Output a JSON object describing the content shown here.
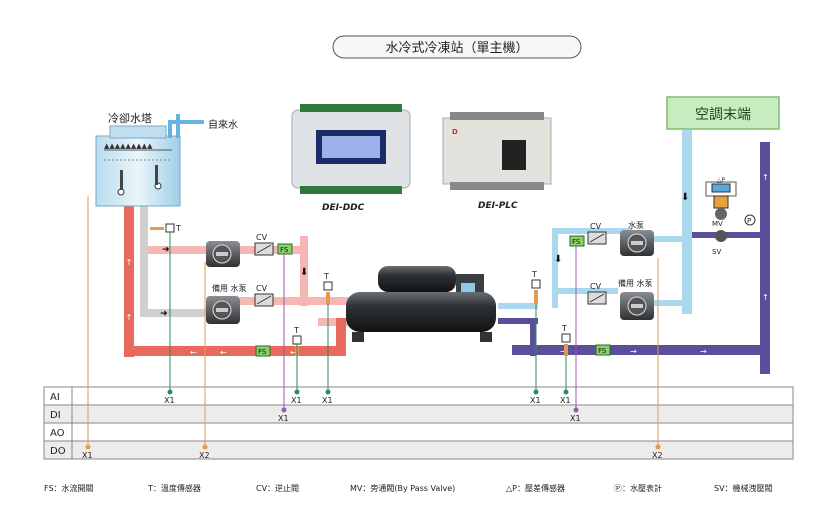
{
  "title": "水冷式冷凍站（單主機）",
  "labels": {
    "cooling_tower": "冷卻水塔",
    "city_water": "自來水",
    "ahu": "空調末端",
    "ddc": "DEI-DDC",
    "plc": "DEI-PLC",
    "cv": "CV",
    "fs": "FS",
    "t": "T",
    "pump": "水泵",
    "standby_pump": "備用 水泵",
    "mv": "MV",
    "sv": "SV",
    "p": "P"
  },
  "io_rows": [
    "AI",
    "DI",
    "AO",
    "DO"
  ],
  "io_points": {
    "ai": [
      "X1",
      "X1",
      "X1",
      "X1",
      "X1"
    ],
    "di": [
      "X1",
      "X1"
    ],
    "do": [
      "X1",
      "X2",
      "X2"
    ]
  },
  "legend": [
    "FS：水流開關",
    "T：溫度傳感器",
    "CV：逆止閥",
    "MV：旁通閥(By Pass Valve)",
    "△P：壓差傳感器",
    "Ⓟ：水壓表計",
    "SV：機械洩壓閥"
  ],
  "colors": {
    "cooling_pipe": "#e8695e",
    "cooling_pipe_light": "#f4b7b3",
    "chilled_pipe": "#5a4f9b",
    "chilled_pipe_light": "#a9d8ef",
    "signal_green": "#2e8b57",
    "signal_orange": "#e39a52",
    "signal_purple": "#9b59b6",
    "ahu_fill": "#c8ecc0"
  }
}
